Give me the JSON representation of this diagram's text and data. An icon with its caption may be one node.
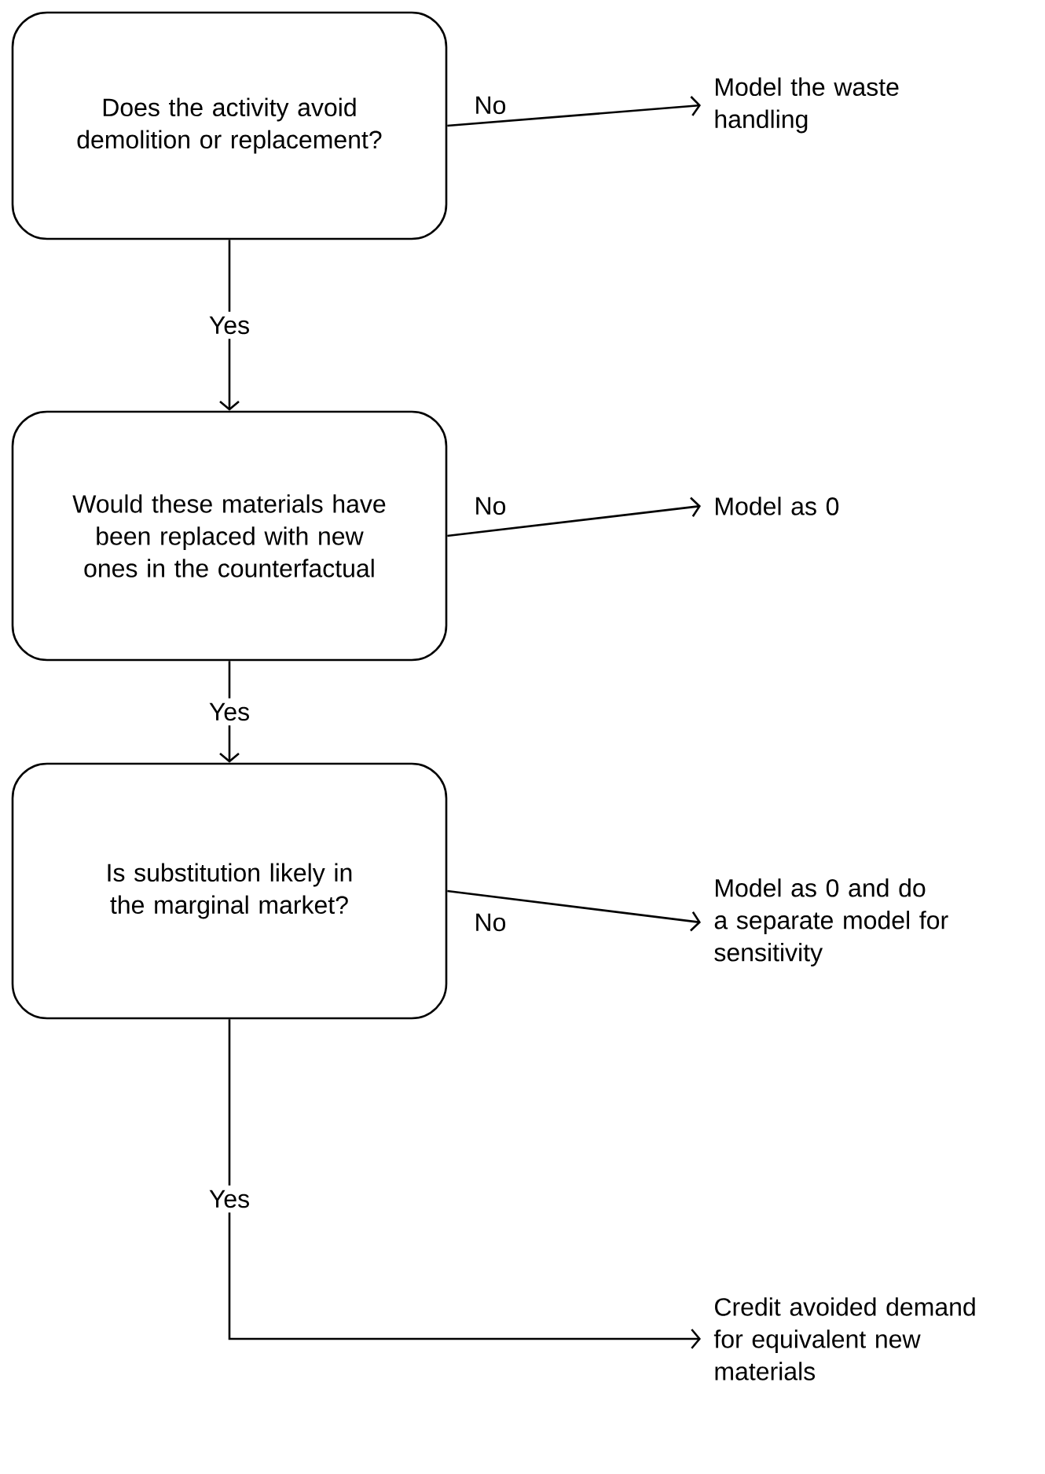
{
  "diagram": {
    "nodes": [
      {
        "text": [
          "Does the activity avoid demolition or replacement?"
        ]
      },
      {
        "text": [
          "Model the waste handling"
        ]
      },
      {
        "text": [
          "Would these materials have been replaced with new ones in the counterfactual"
        ]
      },
      {
        "text": [
          "Model as 0"
        ]
      },
      {
        "text": [
          "Is substitution likely in the marginal market?"
        ]
      },
      {
        "text": [
          "Model as 0 and do a separate model for sensitivity"
        ]
      },
      {
        "text": [
          "Credit avoided demand for equivalent new materials"
        ]
      }
    ],
    "edges": [
      {
        "from": 0,
        "to": 1,
        "arrow": "to",
        "label": "No"
      },
      {
        "from": 0,
        "to": 2,
        "arrow": "to",
        "label": "Yes"
      },
      {
        "from": 2,
        "to": 3,
        "arrow": "to",
        "label": "No"
      },
      {
        "from": 2,
        "to": 4,
        "arrow": "to",
        "label": "Yes"
      },
      {
        "from": 4,
        "to": 5,
        "arrow": "to",
        "label": "No"
      },
      {
        "from": 4,
        "to": 6,
        "arrow": "to",
        "label": "Yes"
      }
    ]
  }
}
